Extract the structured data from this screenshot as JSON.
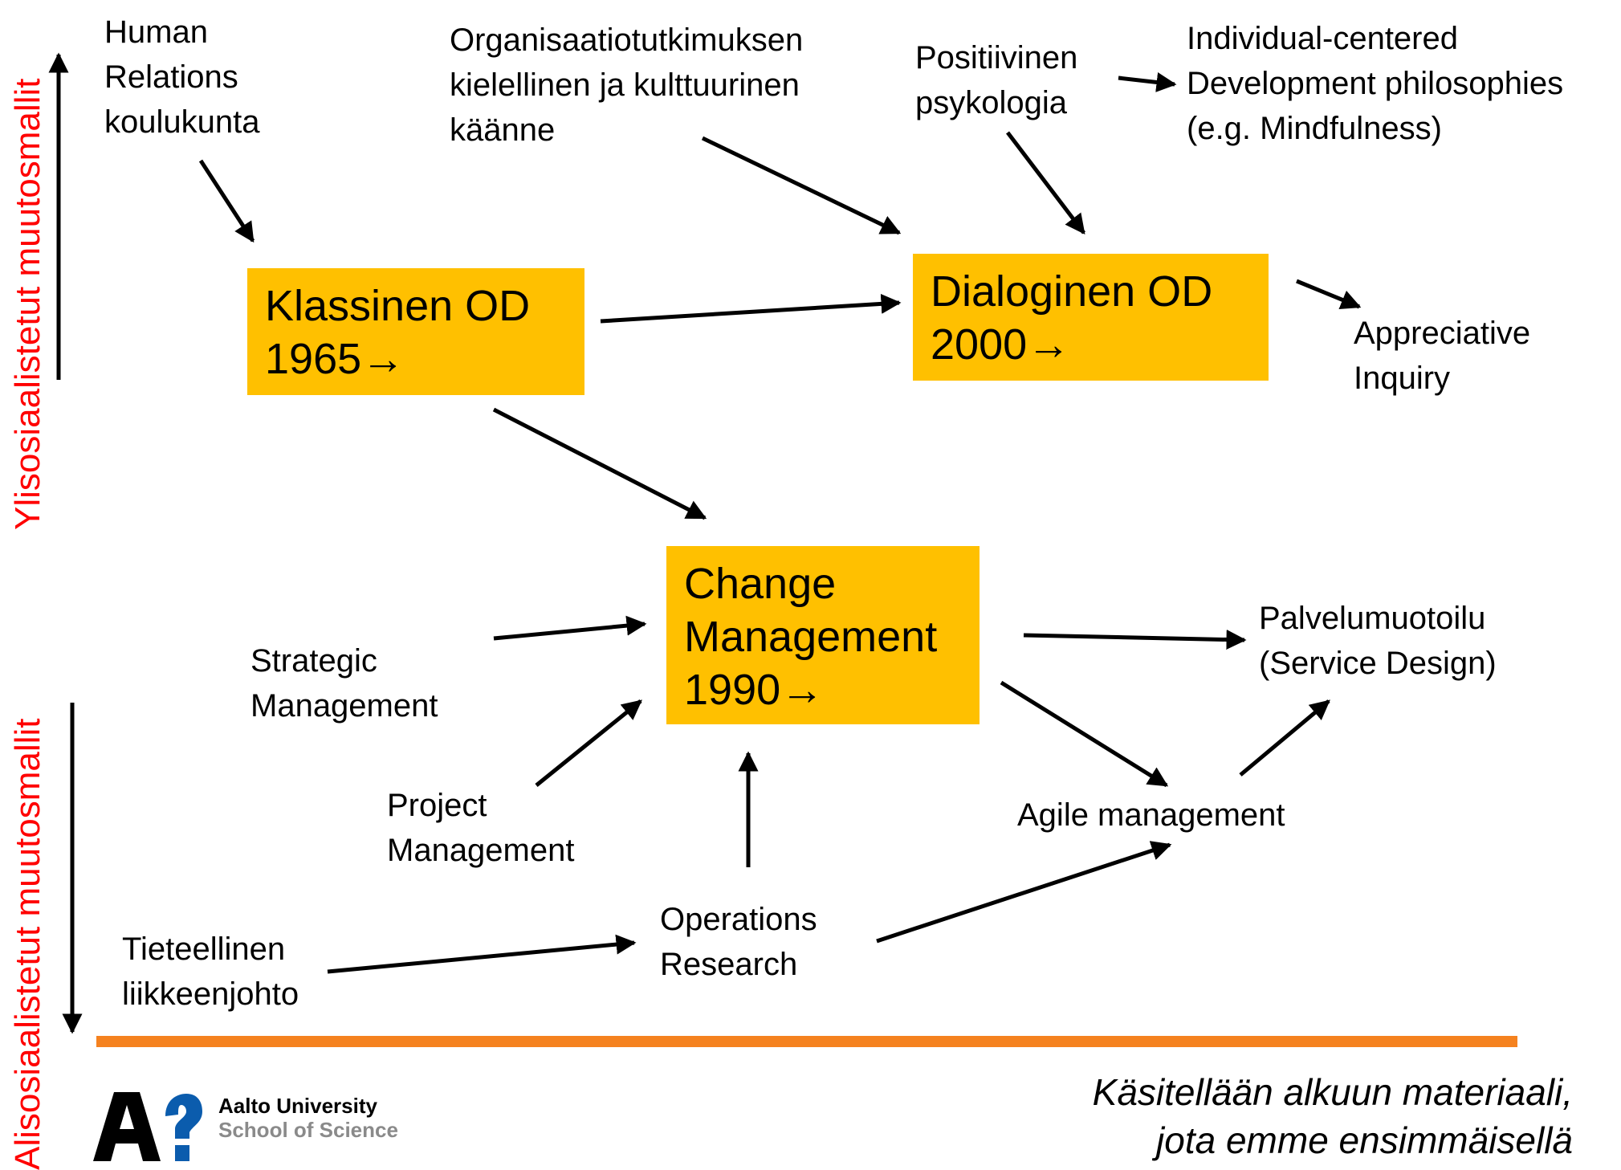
{
  "axis": {
    "upper_label": "Ylisosiaalistetut muutosmallit",
    "lower_label": "Alisosiaalistetut muutosmallit",
    "color": "#FF0000"
  },
  "boxes": {
    "klassinen": "Klassinen OD\n1965→",
    "dialoginen": "Dialoginen OD\n2000→",
    "change": "Change\nManagement\n1990→",
    "color": "#FFC000"
  },
  "labels": {
    "human_relations": "Human\nRelations\nkoulukunta",
    "organisaatio": "Organisaatiotutkimuksen\nkielellinen ja kulttuurinen\nkäänne",
    "positiivinen": "Positiivinen\npsykologia",
    "individual": "Individual-centered\nDevelopment philosophies\n(e.g. Mindfulness)",
    "appreciative": "Appreciative\nInquiry",
    "strategic": "Strategic\nManagement",
    "project": "Project\nManagement",
    "palvelumuotoilu": "Palvelumuotoilu\n(Service Design)",
    "agile": "Agile management",
    "operations": "Operations\nResearch",
    "tieteellinen": "Tieteellinen\nliikkeenjohto"
  },
  "footer": {
    "logo_line1": "Aalto University",
    "logo_line2": "School of Science",
    "note": "Käsitellään alkuun materiaali,\njota emme ensimmäisellä",
    "divider_color": "#F5821F"
  }
}
